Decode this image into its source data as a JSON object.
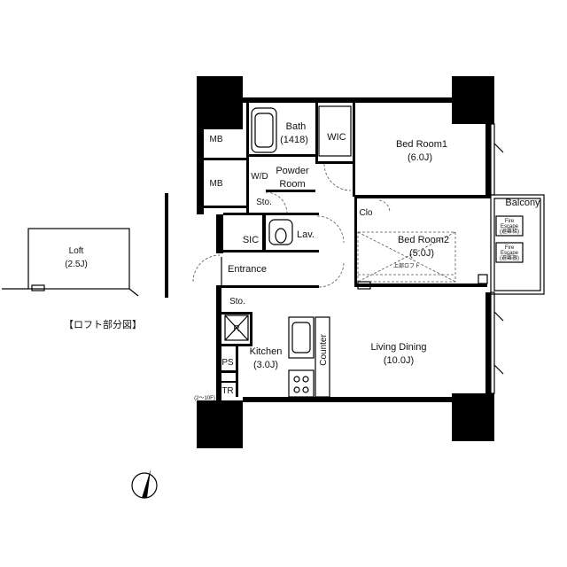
{
  "rooms": {
    "mb1": "MB",
    "mb2": "MB",
    "bath_name": "Bath",
    "bath_size": "(1418)",
    "wic": "WIC",
    "bedroom1_name": "Bed Room1",
    "bedroom1_size": "(6.0J)",
    "wd": "W/D",
    "powder1": "Powder",
    "powder2": "Room",
    "sto1": "Sto.",
    "clo": "Clo",
    "balcony": "Balcony",
    "sic": "SIC",
    "lav": "Lav.",
    "bedroom2_name": "Bed Room2",
    "bedroom2_size": "(5.0J)",
    "loft_mark": "上部ロフト",
    "fire_escape1": "Fire",
    "fire_escape2": "Escape",
    "fire_escape3": "(避難梯)",
    "fire_escape4": "(避難器)",
    "entrance": "Entrance",
    "sto2": "Sto.",
    "refrigerator": "R",
    "kitchen_name": "Kitchen",
    "kitchen_size": "(3.0J)",
    "counter": "Counter",
    "living_name": "Living Dining",
    "living_size": "(10.0J)",
    "ps": "PS",
    "tr": "TR",
    "floor_note": "(2〜10F)"
  },
  "loft": {
    "name": "Loft",
    "size": "(2.5J)",
    "caption": "【ロフト部分図】"
  }
}
